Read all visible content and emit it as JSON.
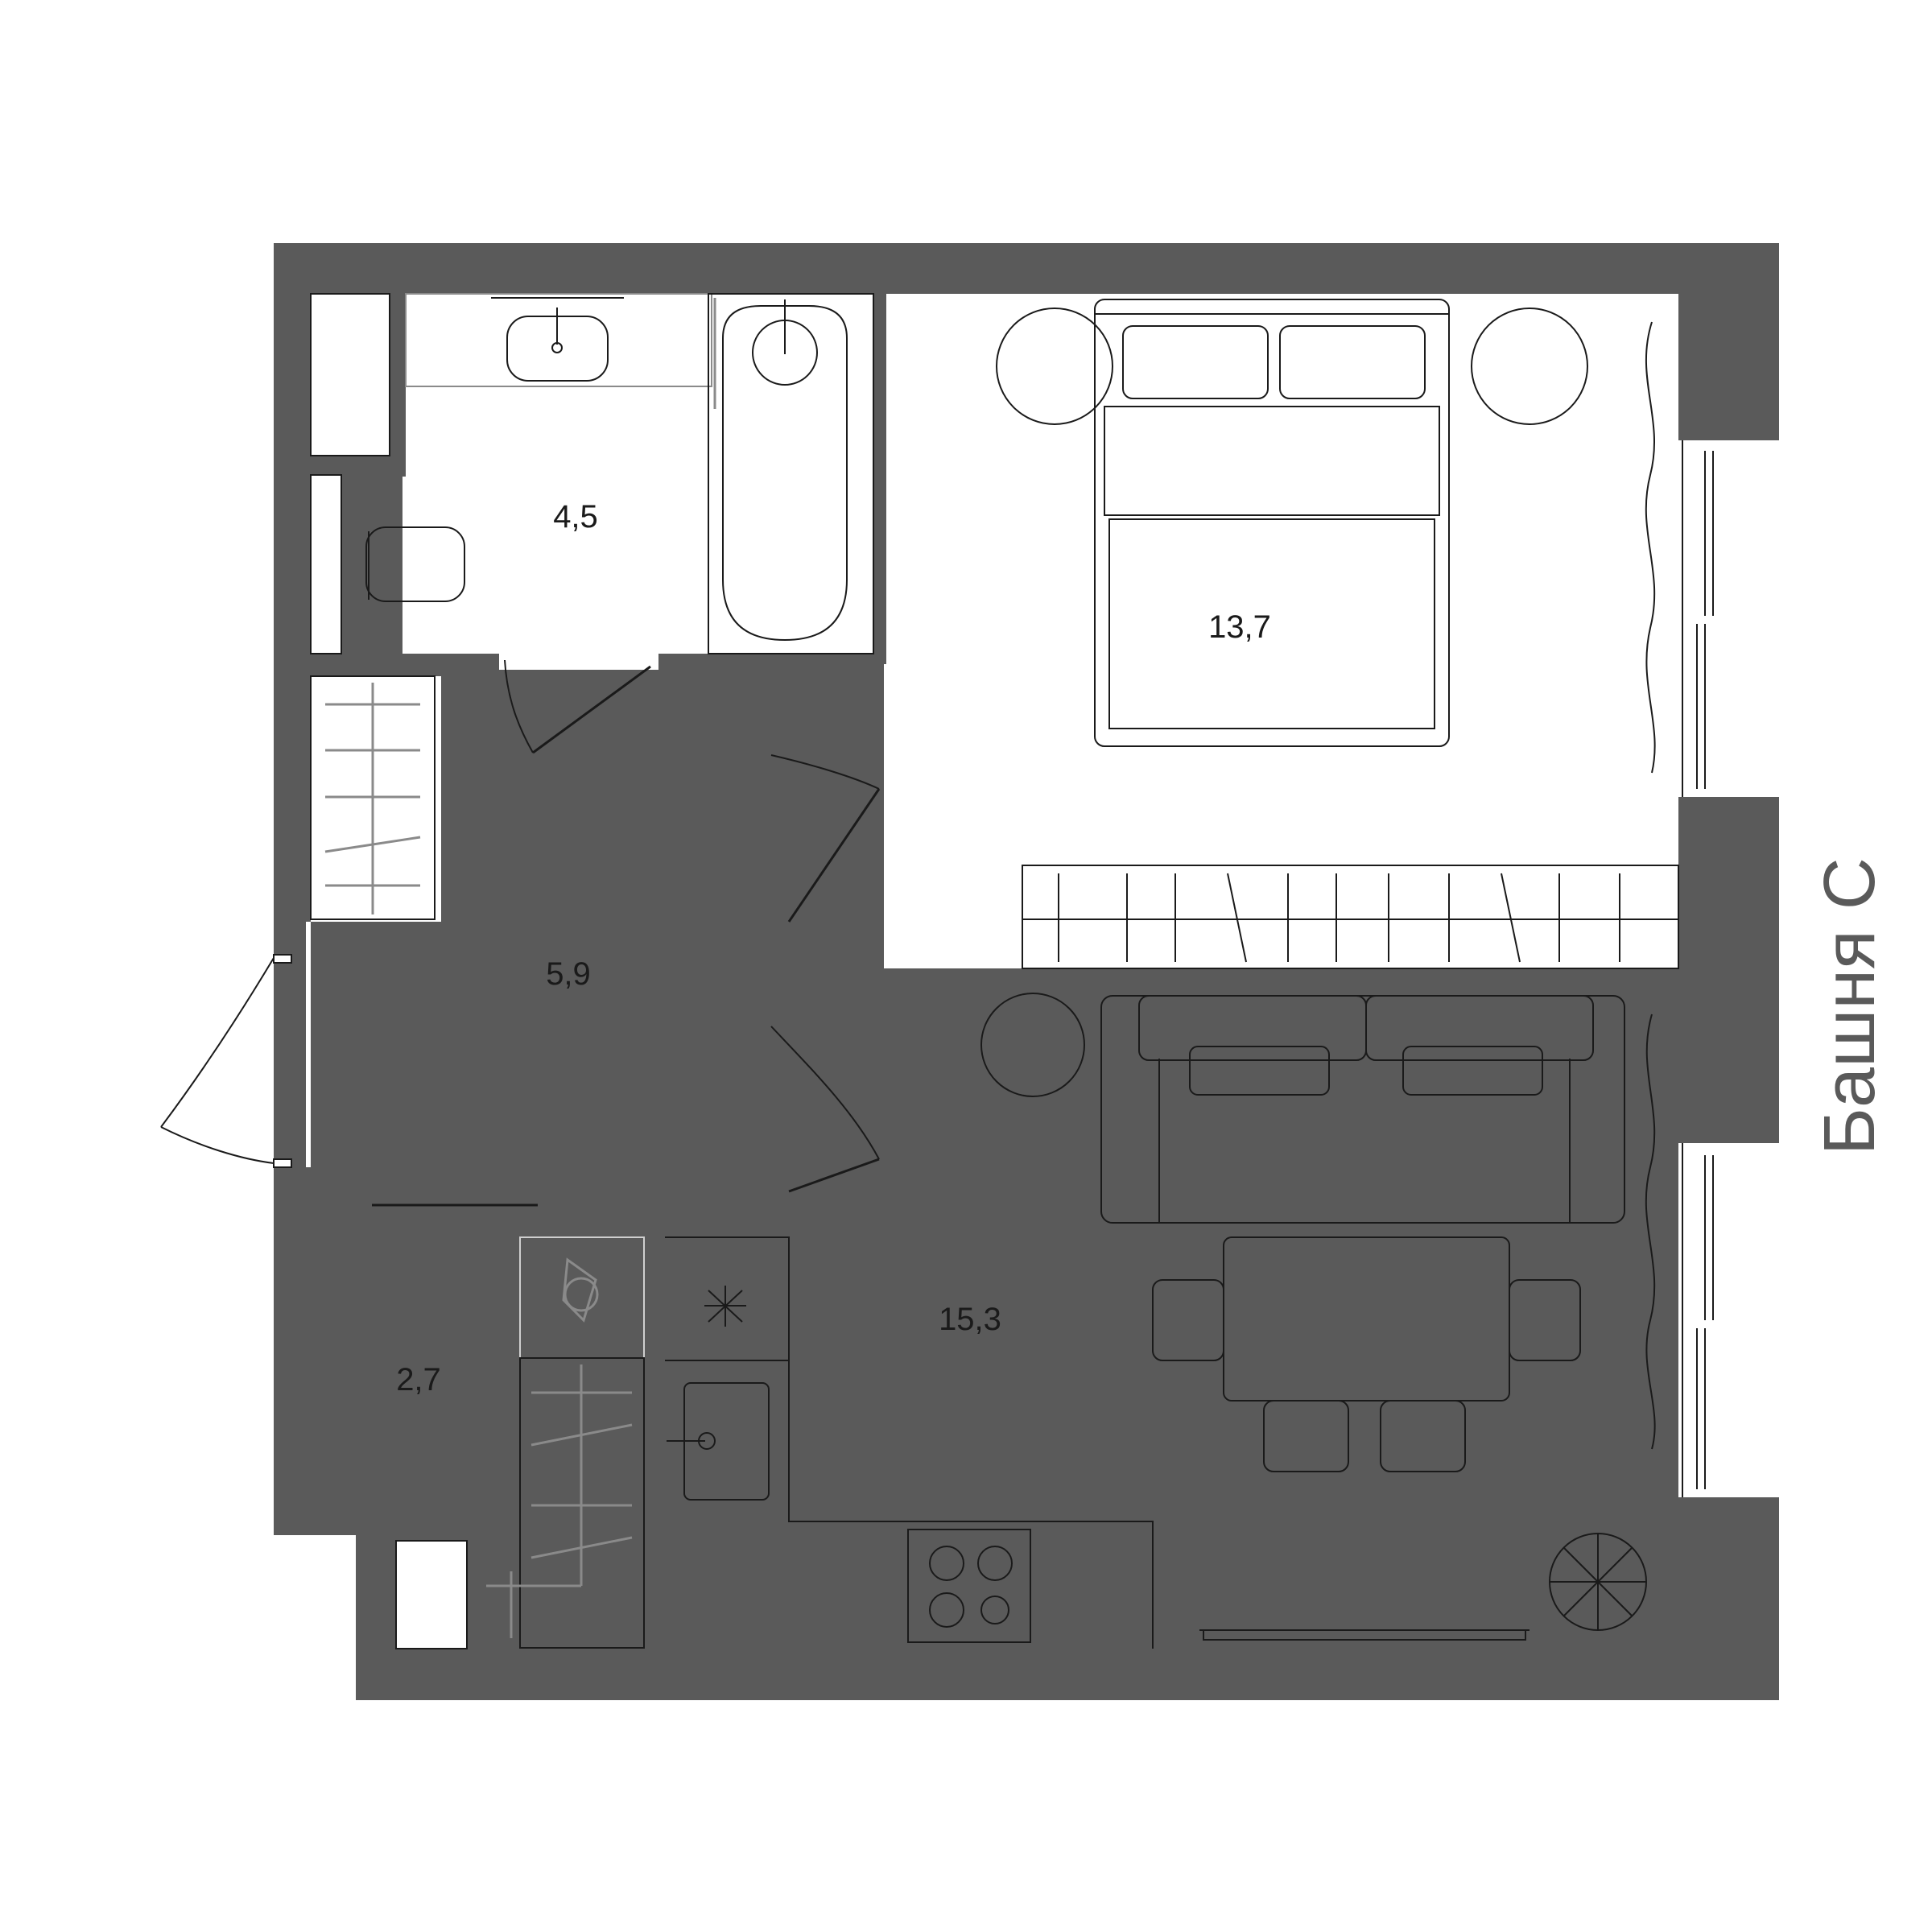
{
  "tower_label": "Башня С",
  "rooms": [
    {
      "id": "bathroom",
      "area": "4,5"
    },
    {
      "id": "bedroom",
      "area": "13,7"
    },
    {
      "id": "hallway",
      "area": "5,9"
    },
    {
      "id": "storage",
      "area": "2,7"
    },
    {
      "id": "living-kitchen",
      "area": "15,3"
    }
  ],
  "colors": {
    "wall": "#5a5a5a",
    "line": "#1a1a1a",
    "background": "#ffffff"
  }
}
